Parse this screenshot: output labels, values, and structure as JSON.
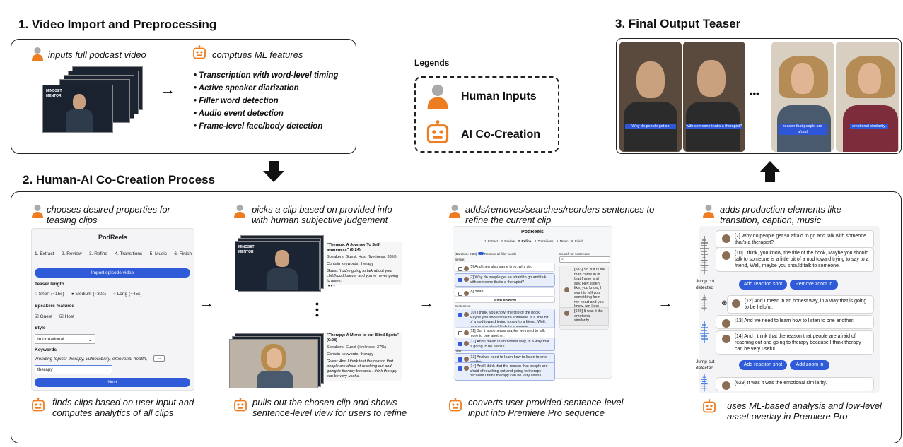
{
  "section1": {
    "title": "1. Video Import and Preprocessing",
    "human_text": "inputs full podcast video",
    "ai_text": "comptues ML features",
    "features": [
      "Transcription with word-level timing",
      "Active speaker diarization",
      "Filler word detection",
      "Audio event detection",
      "Frame-level face/body detection"
    ],
    "video_logo": "MINDSET MENTOR"
  },
  "section2": {
    "title": "2. Human-AI Co-Creation Process",
    "step1_human": "chooses desired properties for teasing clips",
    "step1_ai": "finds clips based on user input and computes analytics of all clips",
    "step2_human": "picks a clip based on provided info with human subjective judgement",
    "step2_ai": "pulls out the chosen clip and shows sentence-level view for users to refine",
    "step3_human": "adds/removes/searches/reorders sentences to refine the current clip",
    "step3_ai": "converts user-provided sentence-level input into Premiere Pro sequence",
    "step4_human": "adds production elements like transition, caption, music",
    "step4_ai": "uses ML-based analysis and low-level asset overlay in Premiere Pro"
  },
  "section3": {
    "title": "3. Final Output Teaser",
    "captions": [
      "Why do people get so",
      "with someone that's a therapist?",
      "reason that people are afraid",
      "emotional similarity."
    ],
    "ellipsis": "•••"
  },
  "legend": {
    "title": "Legends",
    "human": "Human Inputs",
    "ai": "AI Co-Creation"
  },
  "podreels": {
    "title": "PodReels",
    "tabs": [
      "1. Extract",
      "2. Review",
      "3. Refine",
      "4. Transitions",
      "5. Music",
      "6. Finish"
    ],
    "import_btn": "Import episode video",
    "teaser_length": "Teaser length",
    "lengths": [
      "Short (~15s)",
      "Medium (~30s)",
      "Long (~45s)"
    ],
    "speakers": "Speakers featured",
    "speaker_opts": [
      "Guest",
      "Host"
    ],
    "style": "Style",
    "style_value": "Informational",
    "keywords": "Keywords",
    "trending": "Trending topics: therapy, vulnerability, emotional health,",
    "more": "...",
    "keyword_value": "therapy",
    "next": "Next"
  },
  "clips": [
    {
      "title": "\"Therapy: A Journey To Self-awareness\" (0:24)",
      "speakers": "Speakers: Guest, Host (liveliness: 33%)",
      "keywords": "Contain keywords: therapy",
      "quote": "Guest: You're going to talk about your childhood forever and you're never going to leave."
    },
    {
      "title": "\"Therapy: A Mirror to our Blind Spots\" (0:28)",
      "speakers": "Speakers: Guest (liveliness: 37%)",
      "keywords": "Contain keywords: therapy",
      "quote": "Guest: And I think that the reason that people are afraid of reaching out and going to therapy because I think therapy can be very useful."
    }
  ],
  "clip_more": "• • •",
  "refine": {
    "title": "PodReels",
    "tabs": [
      "1. Extract",
      "2. Review",
      "3. Refine",
      "4. Transitions",
      "5. Music",
      "6. Finish"
    ],
    "duration": "(Duration: 0:23)",
    "remove_filler": "Remove all filler words",
    "before": "Before:",
    "sentences": "Sentences:",
    "after": "After:",
    "show_between": "Show Between",
    "search_label": "Search for sentences:",
    "before_rows": [
      "[5] And then also same time, why do.",
      "[7] Why do people get so afraid to go and talk with someone that's a therapist?",
      "[8] Yeah."
    ],
    "sentence_rows": [
      "[10] I think, you know, the title of the book, Maybe you should talk to someone is a little bit of a nod toward trying to say to a friend, Well, maybe you should talk to someone.",
      "[11] But it also means maybe we need to talk more to one another.",
      "[12] And I mean in an honest way, in a way that is going to be helpful."
    ],
    "after_rows": [
      "[13] And we need to learn how to listen to one another.",
      "[14] And I think that the reason that people are afraid of reaching out and going to therapy because I think therapy can be very useful."
    ],
    "search_rows": [
      "[583] So is it is the man come in in that frame and say, Hey, listen, like, you know, I want to tell you something from my heart and you know, um I got emotional, I just ask that you don't judge me because of this.",
      "[629] It was it the emotional similarity."
    ]
  },
  "production": {
    "rows": [
      "[7] Why do people get so afraid to go and talk with someone that's a therapist?",
      "[10] I think, you know, the title of the book, Maybe you should talk to someone is a little bit of a nod toward trying to say to a friend, Well, maybe you should talk to someone.",
      "[12] And I mean in an honest way, in a way that is going to be helpful.",
      "[13] And we need to learn how to listen to one another.",
      "[14] And I think that the reason that people are afraid of reaching out and going to therapy because I think therapy can be very useful.",
      "[629] It was it was the emotional similarity."
    ],
    "jump_cut": "Jump cut detected",
    "btn1a": "Add reaction shot",
    "btn1b": "Remove zoom in",
    "btn2a": "Add reaction shot",
    "btn2b": "Add zoom in"
  },
  "colors": {
    "accent": "#e8821e",
    "blue": "#2f5bd8"
  }
}
